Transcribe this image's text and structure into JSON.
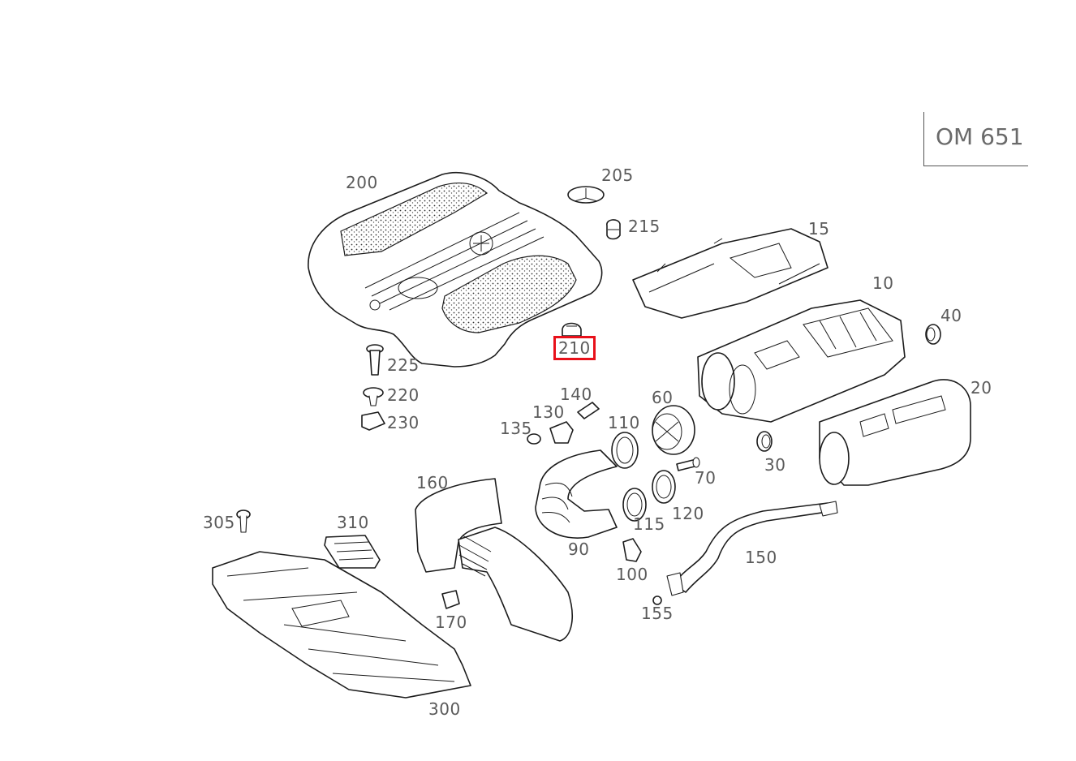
{
  "engine_code": "OM 651",
  "highlight_color": "#e8101a",
  "selected_part": "210",
  "parts": [
    {
      "id": "200",
      "label": "200"
    },
    {
      "id": "205",
      "label": "205"
    },
    {
      "id": "215",
      "label": "215"
    },
    {
      "id": "210",
      "label": "210",
      "selected": true
    },
    {
      "id": "225",
      "label": "225"
    },
    {
      "id": "220",
      "label": "220"
    },
    {
      "id": "230",
      "label": "230"
    },
    {
      "id": "15",
      "label": "15"
    },
    {
      "id": "10",
      "label": "10"
    },
    {
      "id": "40",
      "label": "40"
    },
    {
      "id": "20",
      "label": "20"
    },
    {
      "id": "30",
      "label": "30"
    },
    {
      "id": "60",
      "label": "60"
    },
    {
      "id": "70",
      "label": "70"
    },
    {
      "id": "110",
      "label": "110"
    },
    {
      "id": "120",
      "label": "120"
    },
    {
      "id": "115",
      "label": "115"
    },
    {
      "id": "140",
      "label": "140"
    },
    {
      "id": "130",
      "label": "130"
    },
    {
      "id": "135",
      "label": "135"
    },
    {
      "id": "90",
      "label": "90"
    },
    {
      "id": "100",
      "label": "100"
    },
    {
      "id": "160",
      "label": "160"
    },
    {
      "id": "170",
      "label": "170"
    },
    {
      "id": "150",
      "label": "150"
    },
    {
      "id": "155",
      "label": "155"
    },
    {
      "id": "305",
      "label": "305"
    },
    {
      "id": "310",
      "label": "310"
    },
    {
      "id": "300",
      "label": "300"
    }
  ]
}
